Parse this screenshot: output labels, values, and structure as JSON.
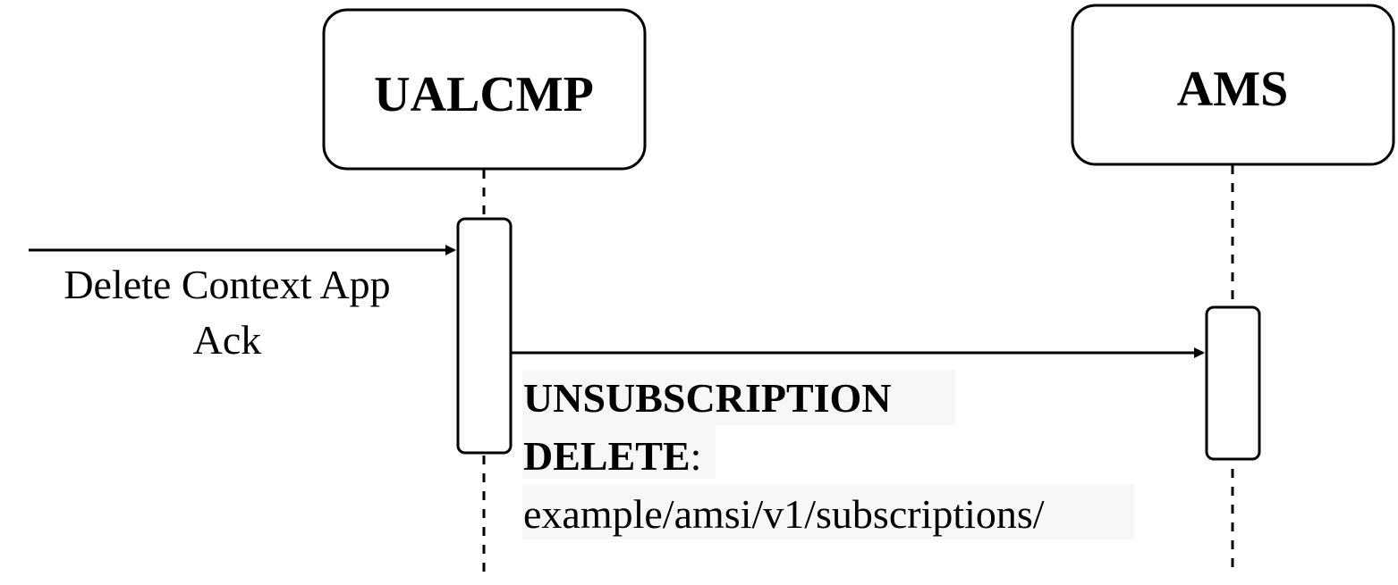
{
  "participants": [
    {
      "name": "UALCMP"
    },
    {
      "name": "AMS"
    }
  ],
  "messages": [
    {
      "lines": [
        "Delete Context App",
        "Ack"
      ]
    },
    {
      "method_bold_1": "UNSUBSCRIPTION",
      "method_bold_2": "DELETE",
      "method_suffix": ":",
      "path": "example/amsi/v1/subscriptions/"
    }
  ],
  "colors": {
    "stroke": "#000000",
    "label_background": "#f7f7f7",
    "background": "#ffffff"
  }
}
